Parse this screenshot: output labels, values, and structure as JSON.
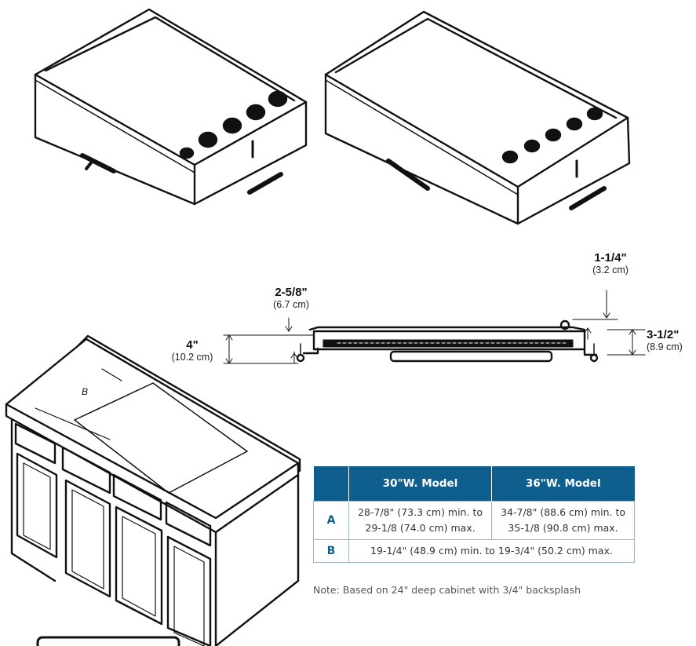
{
  "dimensions": {
    "top_height": {
      "main": "1-1/4\"",
      "sub": "(3.2 cm)"
    },
    "flange_height": {
      "main": "2-5/8\"",
      "sub": "(6.7 cm)"
    },
    "overall_height": {
      "main": "4\"",
      "sub": "(10.2 cm)"
    },
    "body_height": {
      "main": "3-1/2\"",
      "sub": "(8.9 cm)"
    },
    "cutout_depth_letter": "B"
  },
  "table": {
    "headers": [
      "",
      "30\"W. Model",
      "36\"W. Model"
    ],
    "rows": [
      {
        "key": "A",
        "col1": "28-7/8\" (73.3 cm) min. to 29-1/8 (74.0 cm) max.",
        "col2": "34-7/8\" (88.6 cm) min. to 35-1/8 (90.8 cm) max."
      },
      {
        "key": "B",
        "span": "19-1/4\" (48.9 cm) min. to 19-3/4\" (50.2 cm) max."
      }
    ]
  },
  "note": "Note: Based on 24\" deep cabinet with 3/4\" backsplash",
  "colors": {
    "table_header": "#0f5f8e",
    "table_border": "#9fb3c3",
    "line_art": "#111111"
  }
}
